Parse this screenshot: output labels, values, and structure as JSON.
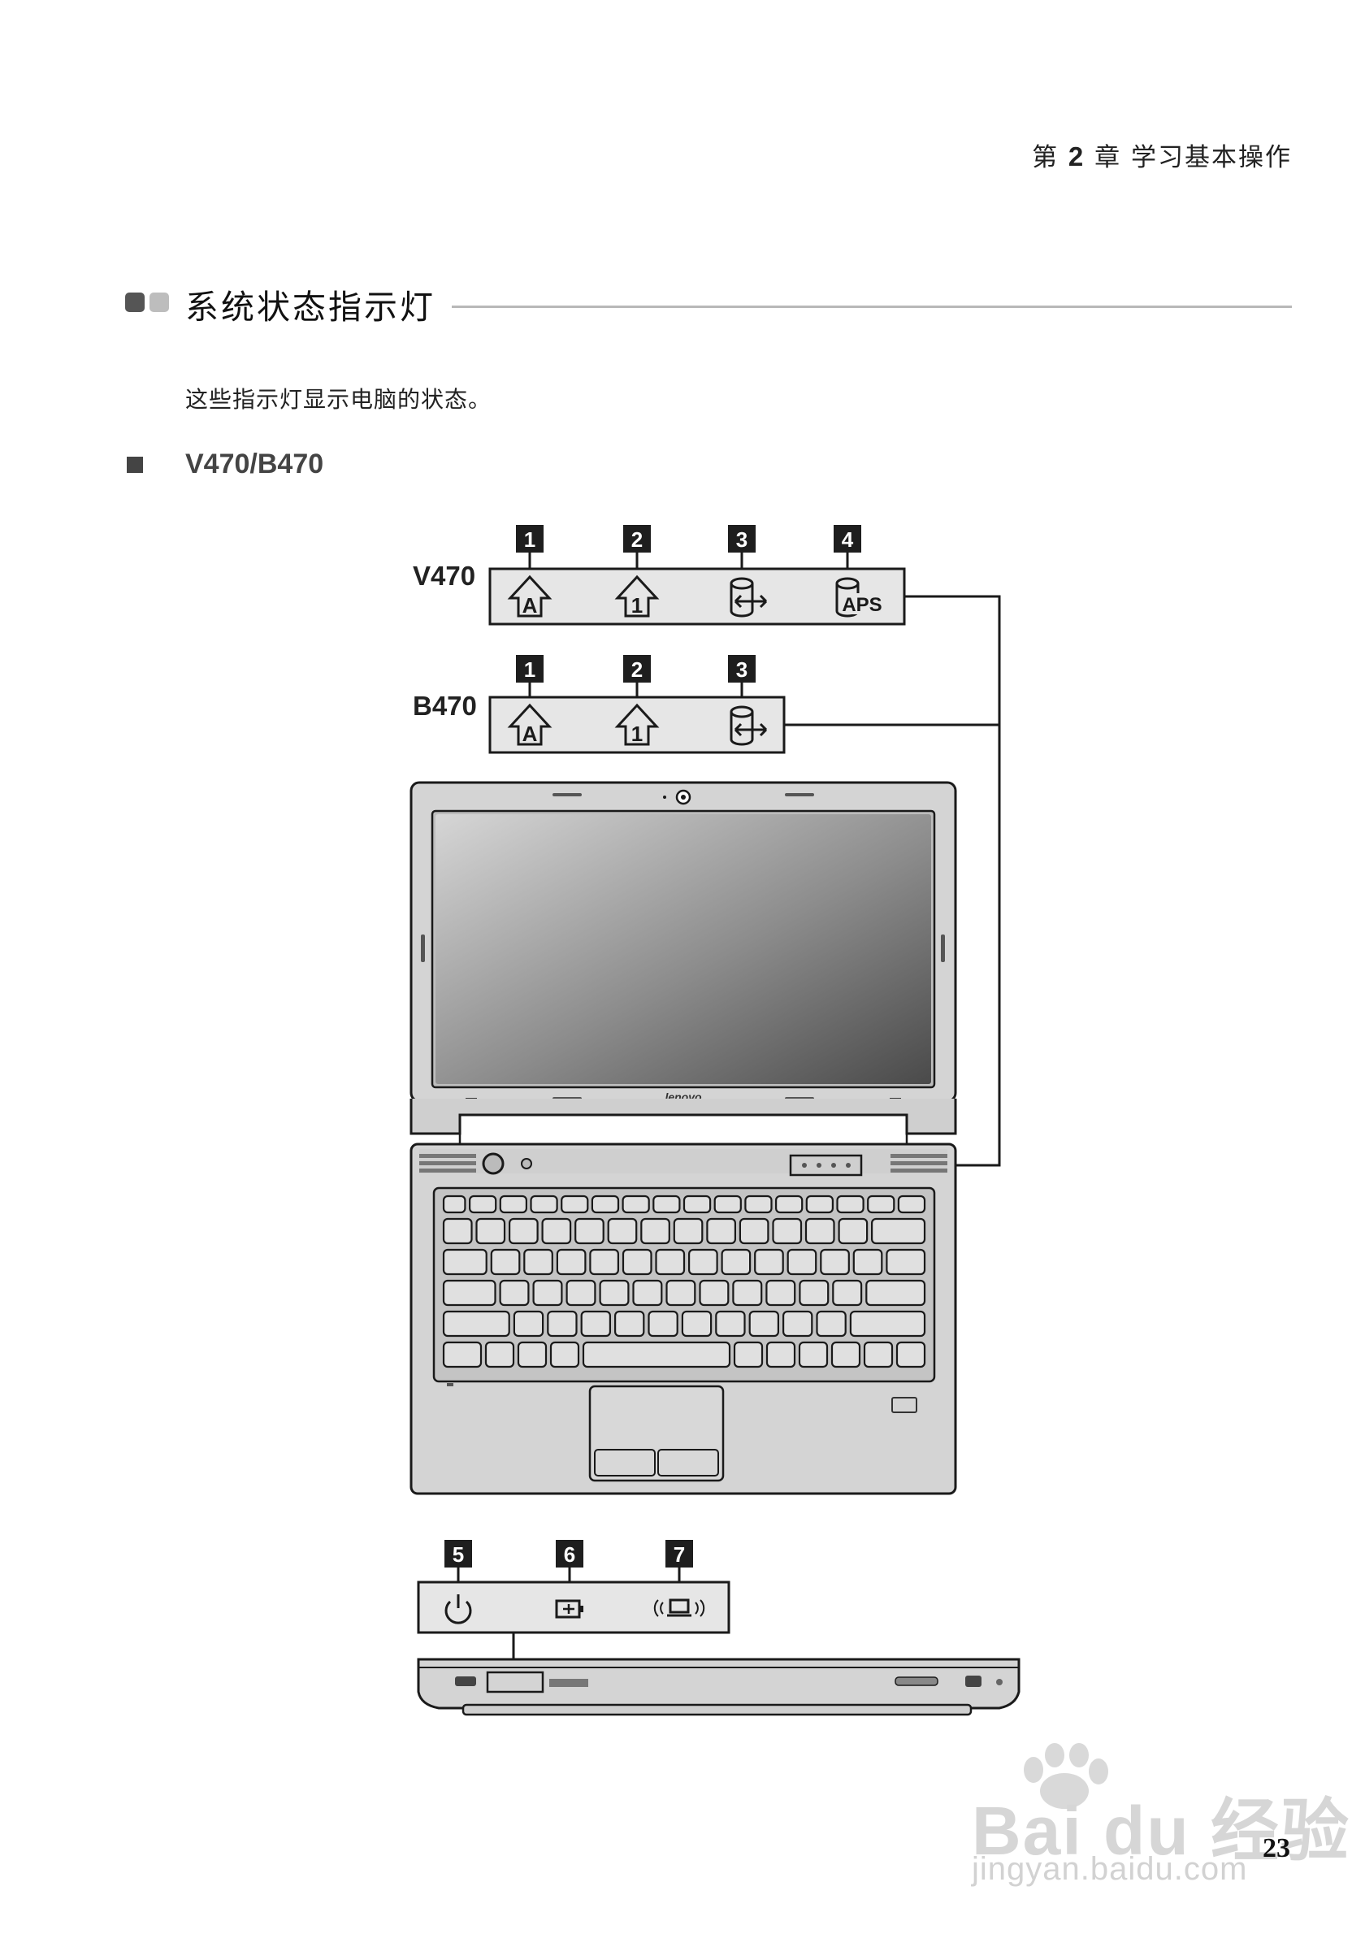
{
  "header": {
    "chapter_prefix": "第",
    "chapter_number": "2",
    "chapter_suffix": "章 学习基本操作"
  },
  "section": {
    "title": "系统状态指示灯",
    "intro": "这些指示灯显示电脑的状态。"
  },
  "model_heading": "V470/B470",
  "figure": {
    "v470_label": "V470",
    "b470_label": "B470",
    "v470_callouts": [
      "1",
      "2",
      "3",
      "4"
    ],
    "b470_callouts": [
      "1",
      "2",
      "3"
    ],
    "front_callouts": [
      "5",
      "6",
      "7"
    ],
    "aps_text": "APS",
    "brand": "lenovo",
    "icons": {
      "indicator_1": "caps-lock-icon",
      "indicator_2": "num-lock-icon",
      "indicator_3": "hdd-access-icon",
      "indicator_4": "aps-icon",
      "indicator_5": "power-icon",
      "indicator_6": "battery-icon",
      "indicator_7": "wireless-icon"
    }
  },
  "page_number": "23",
  "watermark": {
    "logo": "Bai du 经验",
    "url": "jingyan.baidu.com"
  },
  "colors": {
    "callout_bg": "#1e1e1e",
    "laptop_body": "#d4d4d4",
    "screen_dark": "#5a5a5a",
    "screen_light": "#cfcfcf",
    "rule": "#b8b8b8",
    "bullet_dark": "#555555",
    "bullet_light": "#bdbdbd"
  }
}
